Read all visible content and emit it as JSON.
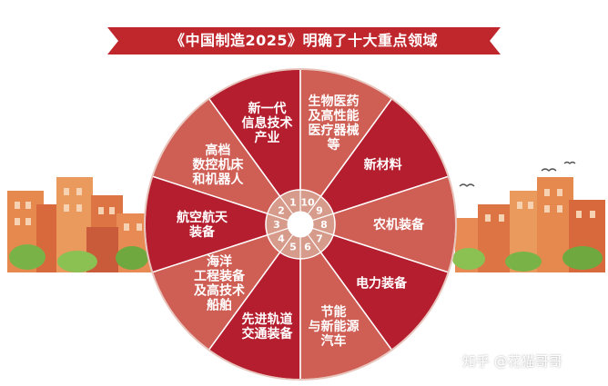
{
  "title": "《中国制造2025》明确了十大重点领域",
  "colors": {
    "dark_red": "#b41e2e",
    "light_red": "#cf5e55",
    "banner": "#c0272d",
    "inner_ring": "#d79b8c",
    "center": "#ffffff",
    "building_orange": "#e07a4b",
    "tree_green": "#7ab648"
  },
  "sectors": [
    {
      "number": "1",
      "lines": [
        "新一代",
        "信息技术",
        "产业"
      ]
    },
    {
      "number": "2",
      "lines": [
        "高档",
        "数控机床",
        "和机器人"
      ]
    },
    {
      "number": "3",
      "lines": [
        "航空航天",
        "装备"
      ]
    },
    {
      "number": "4",
      "lines": [
        "海洋",
        "工程装备",
        "及高技术",
        "船舶"
      ]
    },
    {
      "number": "5",
      "lines": [
        "先进轨道",
        "交通装备"
      ]
    },
    {
      "number": "6",
      "lines": [
        "节能",
        "与新能源",
        "汽车"
      ]
    },
    {
      "number": "7",
      "lines": [
        "电力装备"
      ]
    },
    {
      "number": "8",
      "lines": [
        "农机装备"
      ]
    },
    {
      "number": "9",
      "lines": [
        "新材料"
      ]
    },
    {
      "number": "10",
      "lines": [
        "生物医药",
        "及高性能",
        "医疗器械",
        "等"
      ]
    }
  ],
  "watermark": "知乎 @花猫哥哥"
}
